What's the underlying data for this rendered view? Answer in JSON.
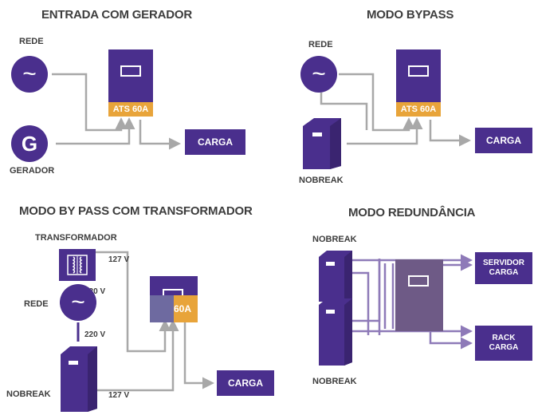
{
  "panels": {
    "p1": {
      "title": "ENTRADA COM GERADOR",
      "rede_label": "REDE",
      "gerador_label": "GERADOR",
      "gerador_symbol": "G",
      "ac_symbol": "~",
      "ats_label": "ATS 60A",
      "load_label": "CARGA"
    },
    "p2": {
      "title": "MODO BYPASS",
      "rede_label": "REDE",
      "nobreak_label": "NOBREAK",
      "ac_symbol": "~",
      "ats_label": "ATS 60A",
      "load_label": "CARGA"
    },
    "p3": {
      "title": "MODO BY PASS COM TRANSFORMADOR",
      "transformer_label": "TRANSFORMADOR",
      "rede_label": "REDE",
      "nobreak_label": "NOBREAK",
      "ac_symbol": "~",
      "volt_127_top": "127 V",
      "volt_220_upper": "220 V",
      "volt_220_lower": "220 V",
      "volt_127_bottom": "127 V",
      "ats_label": "60A",
      "load_label": "CARGA"
    },
    "p4": {
      "title": "MODO REDUNDÂNCIA",
      "nobreak_top_label": "NOBREAK",
      "nobreak_bottom_label": "NOBREAK",
      "server_line1": "SERVIDOR",
      "server_line2": "CARGA",
      "rack_line1": "RACK",
      "rack_line2": "CARGA"
    }
  },
  "colors": {
    "purple": "#4a2f8d",
    "orange": "#e8a43a",
    "wire_gray": "#a8a8a8",
    "wire_purple": "#8e7ab8",
    "title_text": "#3d3d3d"
  }
}
